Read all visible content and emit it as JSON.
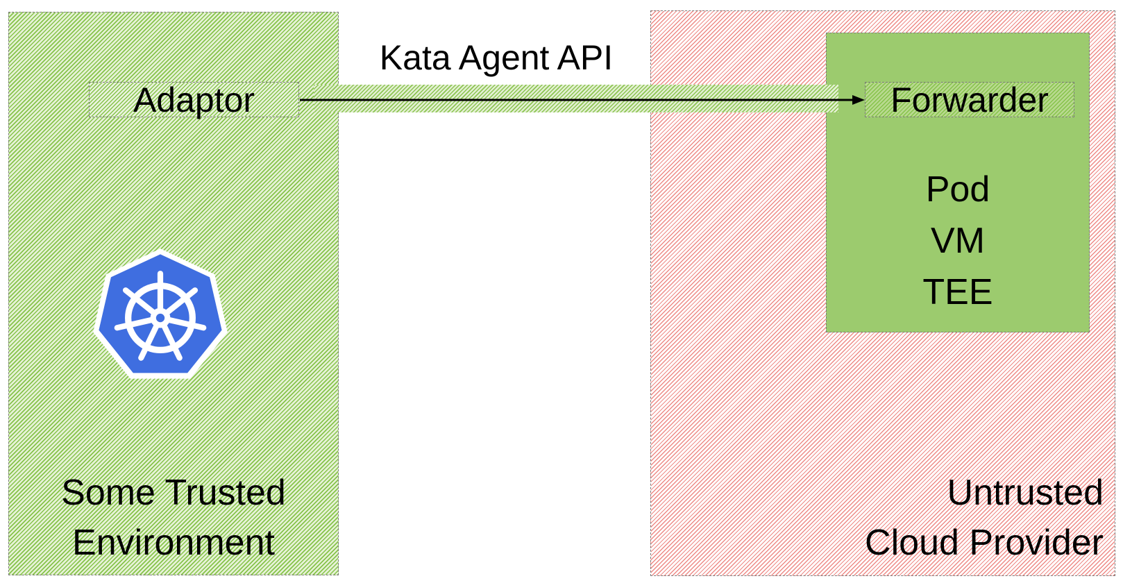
{
  "regions": {
    "trusted": {
      "label_line1": "Some Trusted",
      "label_line2": "Environment",
      "color": "#86c34a"
    },
    "untrusted": {
      "label_line1": "Untrusted",
      "label_line2": "Cloud Provider",
      "color": "#ee8a86"
    }
  },
  "adaptor": {
    "label": "Adaptor"
  },
  "api": {
    "label": "Kata Agent API"
  },
  "pod_vm": {
    "forwarder_label": "Forwarder",
    "lines": [
      "Pod",
      "VM",
      "TEE"
    ],
    "color": "#9ccb6e"
  },
  "logo": {
    "icon": "kubernetes-helm-icon",
    "color": "#3f6ee0"
  }
}
